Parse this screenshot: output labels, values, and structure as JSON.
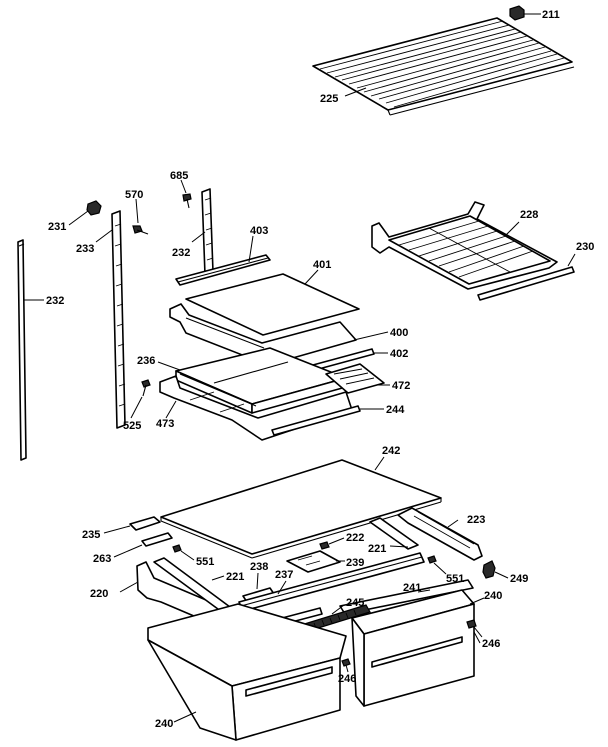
{
  "parts": [
    {
      "id": "p211",
      "text": "211"
    },
    {
      "id": "p225",
      "text": "225"
    },
    {
      "id": "p685",
      "text": "685"
    },
    {
      "id": "p570",
      "text": "570"
    },
    {
      "id": "p231",
      "text": "231"
    },
    {
      "id": "p233",
      "text": "233"
    },
    {
      "id": "p232a",
      "text": "232"
    },
    {
      "id": "p403",
      "text": "403"
    },
    {
      "id": "p228",
      "text": "228"
    },
    {
      "id": "p230",
      "text": "230"
    },
    {
      "id": "p232b",
      "text": "232"
    },
    {
      "id": "p401",
      "text": "401"
    },
    {
      "id": "p400",
      "text": "400"
    },
    {
      "id": "p402",
      "text": "402"
    },
    {
      "id": "p236",
      "text": "236"
    },
    {
      "id": "p472",
      "text": "472"
    },
    {
      "id": "p525",
      "text": "525"
    },
    {
      "id": "p244",
      "text": "244"
    },
    {
      "id": "p473",
      "text": "473"
    },
    {
      "id": "p242",
      "text": "242"
    },
    {
      "id": "p235",
      "text": "235"
    },
    {
      "id": "p223",
      "text": "223"
    },
    {
      "id": "p222",
      "text": "222"
    },
    {
      "id": "p263",
      "text": "263"
    },
    {
      "id": "p221a",
      "text": "221"
    },
    {
      "id": "p551a",
      "text": "551"
    },
    {
      "id": "p239",
      "text": "239"
    },
    {
      "id": "p221b",
      "text": "221"
    },
    {
      "id": "p238",
      "text": "238"
    },
    {
      "id": "p237",
      "text": "237"
    },
    {
      "id": "p551b",
      "text": "551"
    },
    {
      "id": "p249",
      "text": "249"
    },
    {
      "id": "p220",
      "text": "220"
    },
    {
      "id": "p241",
      "text": "241"
    },
    {
      "id": "p240a",
      "text": "240"
    },
    {
      "id": "p245",
      "text": "245"
    },
    {
      "id": "p246a",
      "text": "246"
    },
    {
      "id": "p246b",
      "text": "246"
    },
    {
      "id": "p240b",
      "text": "240"
    }
  ]
}
